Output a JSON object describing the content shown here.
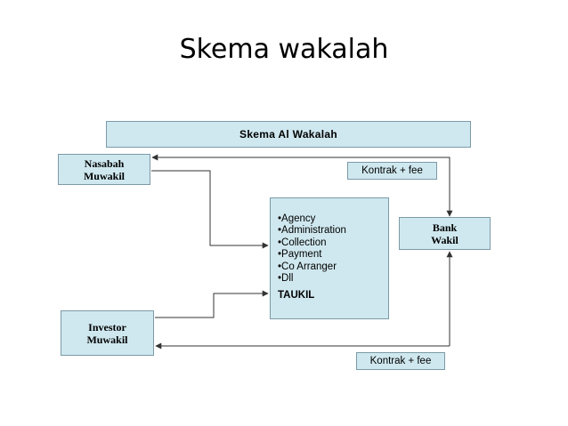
{
  "slide": {
    "title": "Skema wakalah"
  },
  "diagram": {
    "header": "Skema Al Wakalah",
    "nasabah": {
      "line1": "Nasabah",
      "line2": "Muwakil"
    },
    "investor": {
      "line1": "Investor",
      "line2": "Muwakil"
    },
    "bank": {
      "line1": "Bank",
      "line2": "Wakil"
    },
    "taukil": {
      "items": [
        "•Agency",
        "•Administration",
        "•Collection",
        "•Payment",
        "•Co Arranger",
        "•Dll"
      ],
      "title": "TAUKIL"
    },
    "fee_top": "Kontrak + fee",
    "fee_bottom": "Kontrak + fee"
  },
  "colors": {
    "box_fill": "#cfe8ef",
    "box_border": "#7c9aa6",
    "line": "#333333"
  }
}
